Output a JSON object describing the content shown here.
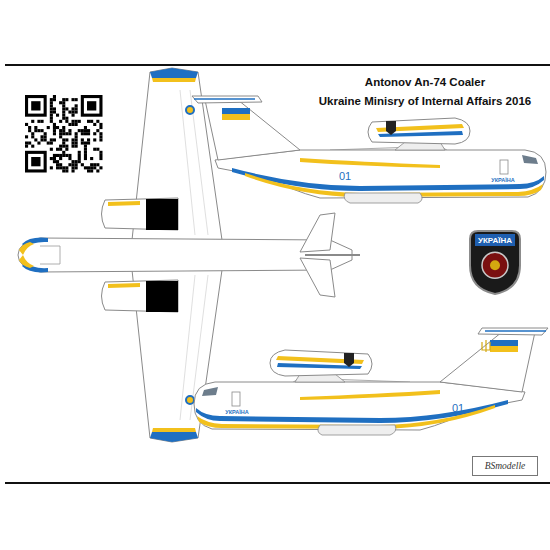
{
  "diagram": {
    "title": "Antonov An-74 Coaler",
    "nodes": [
      {
        "text": [
          "УКРАЇНА"
        ]
      },
      {
        "text": [
          "BSmodelle"
        ]
      }
    ],
    "labels": [
      "Ukraine Minisry of Internal Affairs 2016",
      "01",
      "УКРАЇНА",
      "УКРАЇНА",
      "01"
    ]
  }
}
